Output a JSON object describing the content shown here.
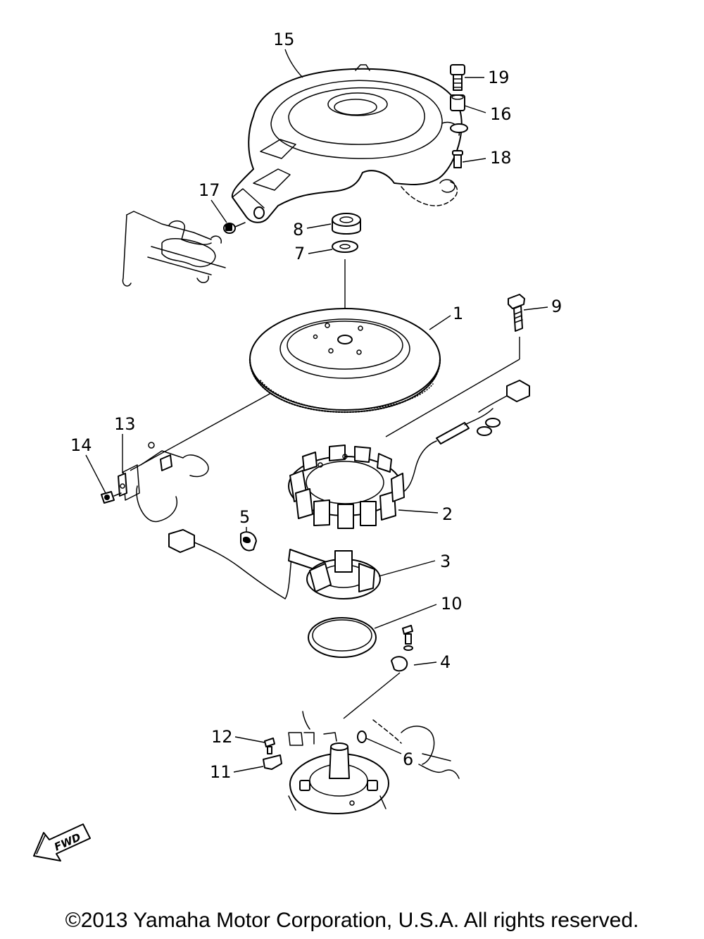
{
  "callouts": [
    "1",
    "2",
    "3",
    "4",
    "5",
    "6",
    "7",
    "8",
    "9",
    "10",
    "11",
    "12",
    "13",
    "14",
    "15",
    "16",
    "17",
    "18",
    "19"
  ],
  "direction_marker": "FWD",
  "copyright": "©2013 Yamaha Motor Corporation, U.S.A. All rights reserved."
}
